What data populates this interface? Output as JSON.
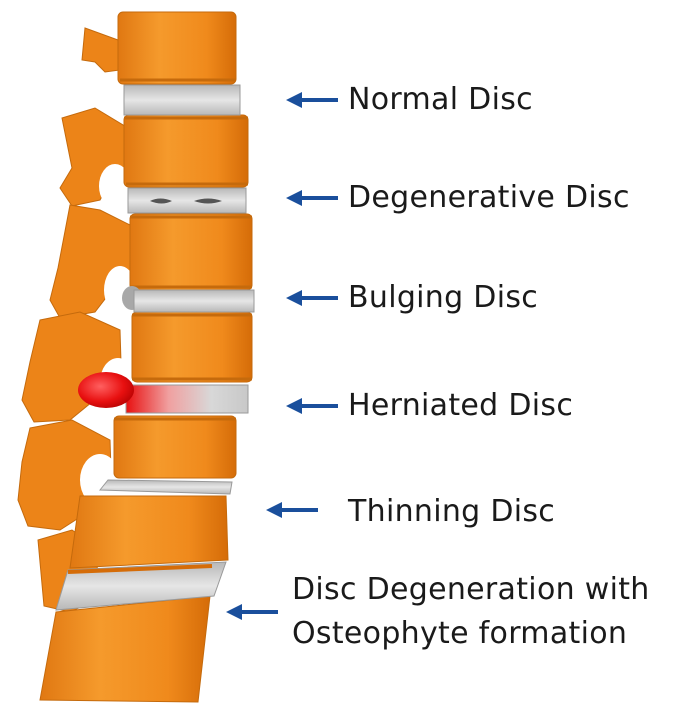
{
  "labels": {
    "normal": "Normal Disc",
    "degenerative": "Degenerative Disc",
    "bulging": "Bulging Disc",
    "herniated": "Herniated Disc",
    "thinning": "Thinning Disc",
    "osteophyte_line1": "Disc Degeneration with",
    "osteophyte_line2": "Osteophyte formation"
  },
  "colors": {
    "bone": "#f08a1c",
    "bone_dark": "#d96f0a",
    "disc": "#cfcfcf",
    "herniation": "#e81010",
    "arrow": "#1a4f9c",
    "text": "#1a1a1a"
  }
}
